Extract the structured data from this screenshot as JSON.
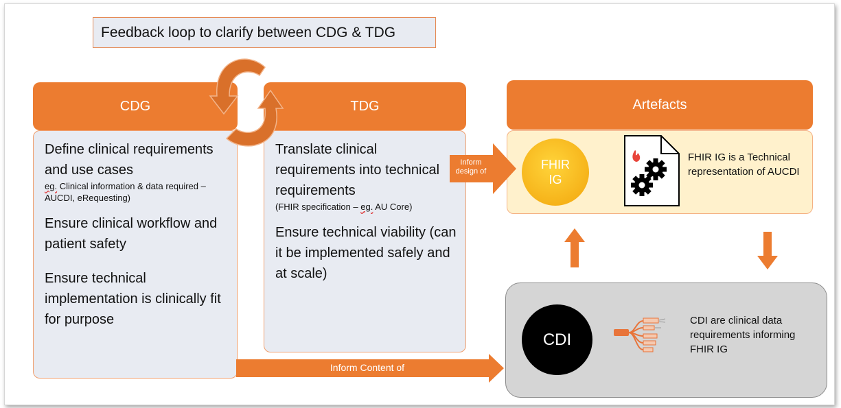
{
  "feedback": {
    "label": "Feedback loop to clarify between CDG & TDG"
  },
  "cdg": {
    "title": "CDG",
    "item1": "Define clinical requirements and use cases",
    "item1_note_prefix": "eg.",
    "item1_note_rest": " Clinical information & data required – AUCDI, eRequesting)",
    "item2": "Ensure clinical workflow and patient safety",
    "item3": "Ensure technical implementation is clinically fit for purpose"
  },
  "tdg": {
    "title": "TDG",
    "item1": "Translate clinical requirements into technical requirements",
    "item1_note_prefix": "(FHIR specification – ",
    "item1_note_eg": "eg.",
    "item1_note_rest": " AU Core)",
    "item2": "Ensure technical viability (can it be implemented safely and at scale)"
  },
  "arrows": {
    "inform_design": "Inform design of",
    "inform_content": "Inform Content of"
  },
  "artefacts": {
    "title": "Artefacts",
    "fhir_ig_circle": "FHIR IG",
    "fhir_ig_desc": "FHIR IG is a Technical representation of AUCDI"
  },
  "cdi": {
    "circle": "CDI",
    "desc": "CDI are clinical data requirements informing FHIR IG"
  },
  "colors": {
    "orange": "#ec7c30",
    "panel": "#e8ebf2",
    "artefact_panel": "#fff1cc",
    "cdi_panel": "#d5d5d5",
    "fhir_gold": "#f5b50e"
  },
  "icons": [
    "cycle-arrows-icon",
    "document-gears-icon",
    "flame-icon",
    "mindmap-thumbnail-icon"
  ]
}
